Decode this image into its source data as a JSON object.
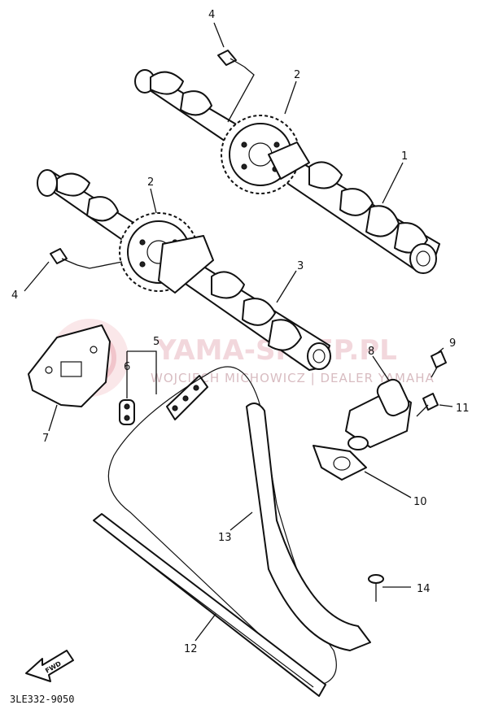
{
  "diagram": {
    "code": "3LE332-9050",
    "fwd_label": "FWD",
    "watermark": {
      "title": "YAMA-SKLEP.PL",
      "subtitle": "WOJCIECH MICHOWICZ | DEALER YAMAHA"
    },
    "callouts": [
      "1",
      "2",
      "2",
      "3",
      "4",
      "4",
      "5",
      "6",
      "7",
      "8",
      "9",
      "10",
      "11",
      "12",
      "13",
      "14"
    ]
  }
}
